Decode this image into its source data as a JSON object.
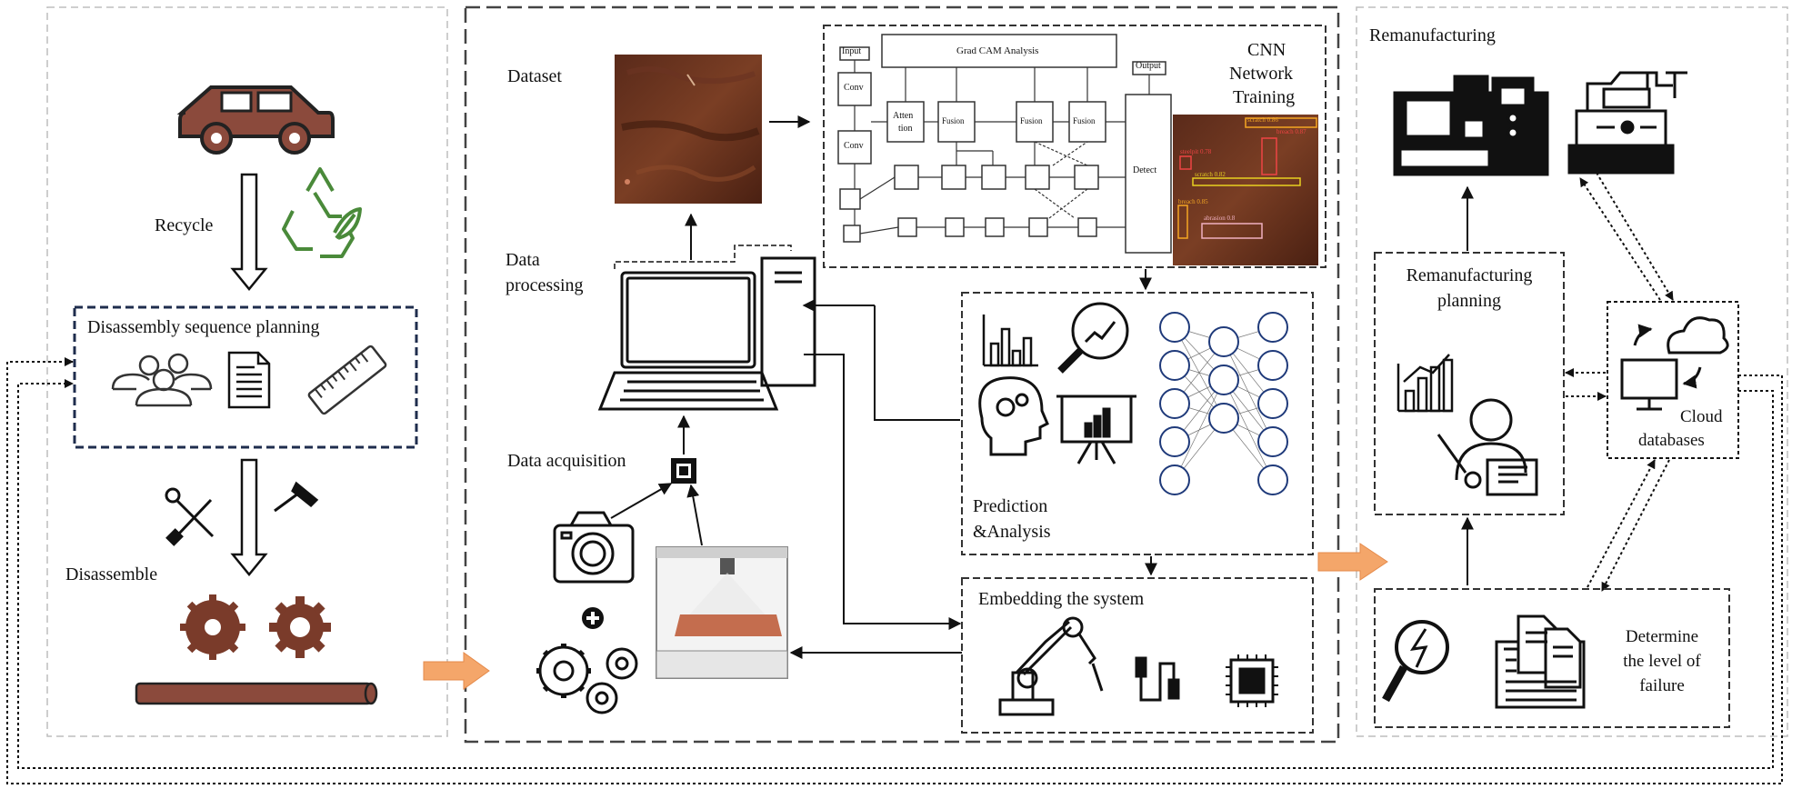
{
  "left_panel": {
    "recycle_label": "Recycle",
    "disassembly_planning_label": "Disassembly sequence planning",
    "disassemble_label": "Disassemble"
  },
  "center_panel": {
    "dataset_label": "Dataset",
    "data_processing_label": [
      "Data",
      "processing"
    ],
    "data_acquisition_label": "Data acquisition",
    "cnn_training_label": [
      "CNN",
      "Network",
      "Training"
    ],
    "prediction_label": [
      "Prediction",
      "&Analysis"
    ],
    "embedding_label": "Embedding the system",
    "network": {
      "input": "Input",
      "output": "Output",
      "gradcam": "Grad CAM Analysis",
      "conv": "Conv",
      "attention": [
        "Atten",
        "tion"
      ],
      "fusion": "Fusion",
      "detect": "Detect"
    },
    "detections": [
      "scratch 0.86",
      "breach 0.87",
      "steelpit 0.78",
      "scratch 0.82",
      "breach 0.85",
      "abrasion 0.8"
    ]
  },
  "right_panel": {
    "remanufacturing_label": "Remanufacturing",
    "remanufacturing_planning_label": [
      "Remanufacturing",
      "planning"
    ],
    "cloud_databases_label": [
      "Cloud",
      "databases"
    ],
    "failure_label": [
      "Determine",
      "the level of",
      "failure"
    ]
  },
  "colors": {
    "car_brown": "#8b4a3c",
    "gear_brown": "#7a3b2a",
    "recycle_green": "#4a8a3a",
    "arrow_orange": "#f4a66a",
    "planning_border": "#1f2d4d"
  }
}
